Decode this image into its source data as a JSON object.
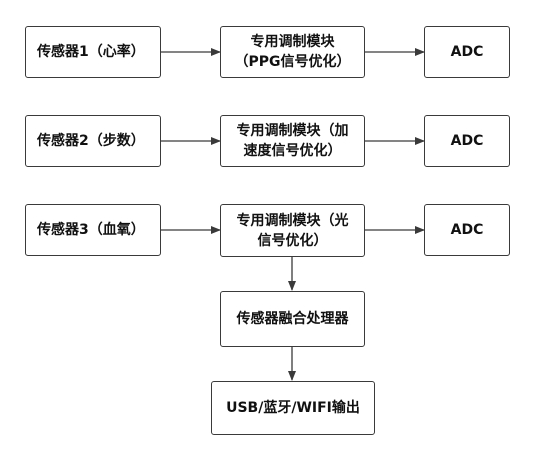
{
  "nodes": {
    "sensor1": "传感器1（心率）",
    "sensor2": "传感器2（步数）",
    "sensor3": "传感器3（血氧）",
    "mod1": "专用调制模块\n（PPG信号优化）",
    "mod2": "专用调制模块（加\n速度信号优化）",
    "mod3": "专用调制模块（光\n信号优化）",
    "adc1": "ADC",
    "adc2": "ADC",
    "adc3": "ADC",
    "fusion": "传感器融合处理器",
    "output": "USB/蓝牙/WIFI输出"
  },
  "colors": {
    "stroke": "#3a3a3a",
    "text": "#111111",
    "background": "#ffffff"
  }
}
